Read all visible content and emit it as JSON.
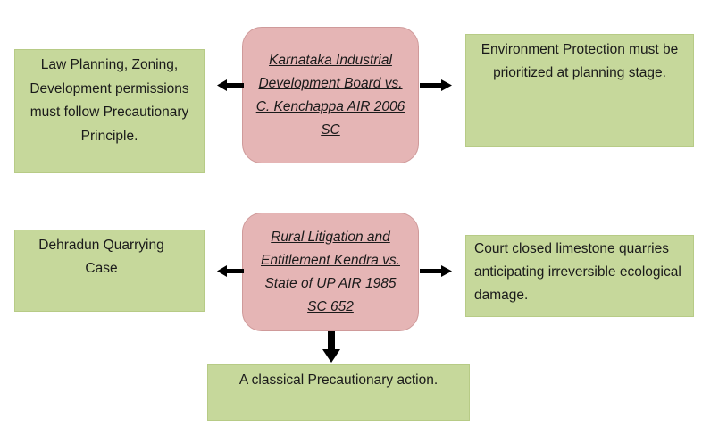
{
  "top": {
    "left_box": "Law Planning, Zoning, Development permissions must follow Precautionary Principle.",
    "center_case": "Karnataka Industrial Development Board vs. C. Kenchappa AIR 2006 SC",
    "right_box": "Environment Protection must be prioritized at planning stage."
  },
  "bottom": {
    "left_box": "Dehradun Quarrying Case",
    "center_case": "Rural Litigation and Entitlement Kendra vs. State of UP AIR 1985 SC 652",
    "right_box": "Court closed limestone quarries anticipating irreversible ecological damage.",
    "result_box": "A classical Precautionary action."
  },
  "colors": {
    "green_box": "#c6d89b",
    "pink_box": "#e5b5b5",
    "arrow": "#000000"
  }
}
